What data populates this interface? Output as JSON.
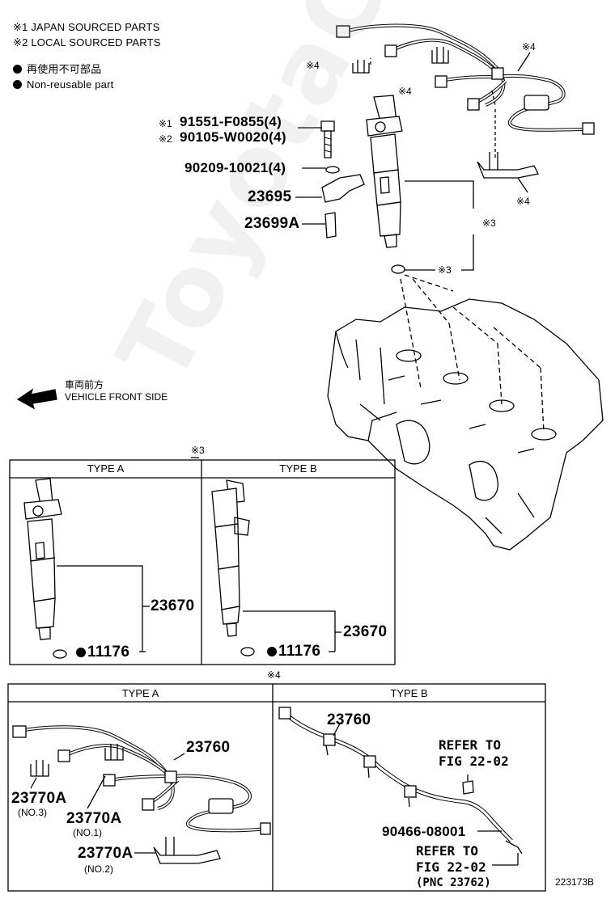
{
  "legend": {
    "japan": "※1 JAPAN SOURCED PARTS",
    "local": "※2 LOCAL SOURCED PARTS",
    "nonreusable_jp": "再使用不可部品",
    "nonreusable_en": "Non-reusable part"
  },
  "callouts": {
    "bolt_jp_mark": "※1",
    "bolt_jp": "91551-F0855(4)",
    "bolt_local_mark": "※2",
    "bolt_local": "90105-W0020(4)",
    "washer": "90209-10021(4)",
    "clamp": "23695",
    "sleeve": "23699A",
    "note3a": "※3",
    "note3b": "※3",
    "note4a": "※4",
    "note4b": "※4",
    "note4c": "※4",
    "note4d": "※4"
  },
  "direction": {
    "jp": "車両前方",
    "en": "VEHICLE FRONT SIDE"
  },
  "section3": {
    "mark": "※3",
    "type_a": "TYPE A",
    "type_b": "TYPE B",
    "injector_a": "23670",
    "seal_a": "11176",
    "injector_b": "23670",
    "seal_b": "11176"
  },
  "section4": {
    "mark": "※4",
    "type_a": "TYPE A",
    "type_b": "TYPE B",
    "hose_a": "23760",
    "clamp1": "23770A",
    "clamp1_note": "(NO.3)",
    "clamp2": "23770A",
    "clamp2_note": "(NO.1)",
    "clamp3": "23770A",
    "clamp3_note": "(NO.2)",
    "hose_b": "23760",
    "refer1_l1": "REFER TO",
    "refer1_l2": "FIG 22-02",
    "part_b": "90466-08001",
    "refer2_l1": "REFER TO",
    "refer2_l2": "FIG 22-02",
    "refer2_l3": "(PNC 23762)"
  },
  "figure_id": "223173B",
  "watermark": "ToyotaCarMine.ru"
}
